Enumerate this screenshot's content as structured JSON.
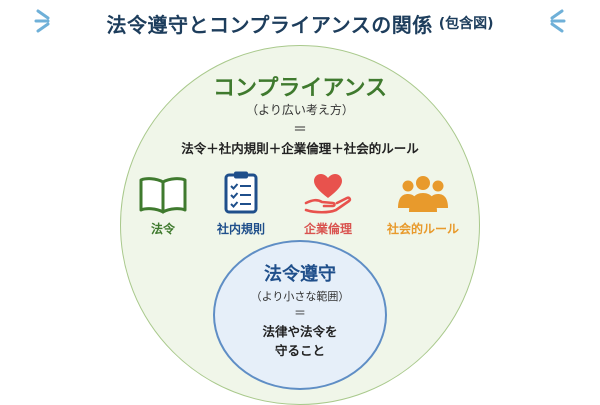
{
  "title": {
    "main": "法令遵守とコンプライアンスの関係",
    "sub": "(包含図)"
  },
  "outer": {
    "heading": "コンプライアンス",
    "note": "（より広い考え方）",
    "equals": "＝",
    "formula": "法令＋社内規則＋企業倫理＋社会的ルール",
    "items": [
      {
        "label": "法令",
        "icon": "book-icon",
        "color": "#3f7a2e"
      },
      {
        "label": "社内規則",
        "icon": "clipboard-checklist-icon",
        "color": "#1f4f8b"
      },
      {
        "label": "企業倫理",
        "icon": "heart-hand-icon",
        "color": "#d9534f"
      },
      {
        "label": "社会的ルール",
        "icon": "people-group-icon",
        "color": "#e89a2c"
      }
    ]
  },
  "inner": {
    "heading": "法令遵守",
    "note": "（より小さな範囲）",
    "equals": "＝",
    "desc_line1": "法律や法令を",
    "desc_line2": "守ること"
  },
  "colors": {
    "title": "#1d3d5c",
    "outer_fill": "#f0f6e9",
    "outer_border": "#a9c98c",
    "inner_fill": "#e6eff9",
    "inner_border": "#5f8ec5",
    "accent_decor": "#6fb0d8"
  }
}
